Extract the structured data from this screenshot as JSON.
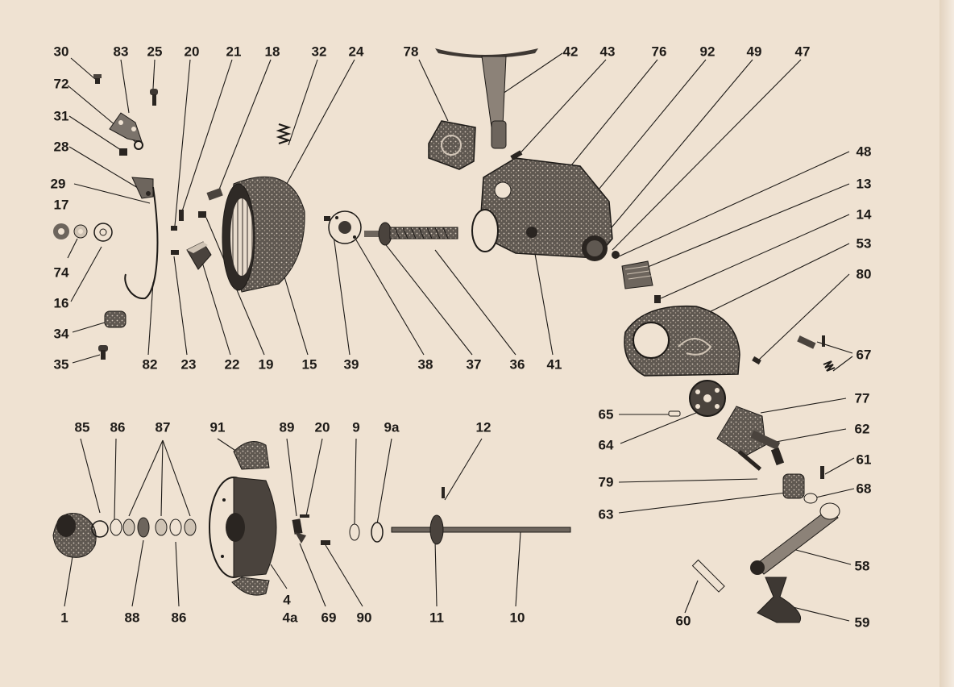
{
  "colors": {
    "paper": "#efe2d2",
    "ink": "#1d1a17",
    "part_fill": "#6d655d",
    "part_dark": "#2a2521",
    "speckle": "#c9bcae"
  },
  "parts": [
    {
      "id": "p30",
      "label": "30"
    },
    {
      "id": "p83",
      "label": "83"
    },
    {
      "id": "p25",
      "label": "25"
    },
    {
      "id": "p20a",
      "label": "20"
    },
    {
      "id": "p21",
      "label": "21"
    },
    {
      "id": "p18",
      "label": "18"
    },
    {
      "id": "p32",
      "label": "32"
    },
    {
      "id": "p24",
      "label": "24"
    },
    {
      "id": "p78",
      "label": "78"
    },
    {
      "id": "p42",
      "label": "42"
    },
    {
      "id": "p43",
      "label": "43"
    },
    {
      "id": "p76",
      "label": "76"
    },
    {
      "id": "p92",
      "label": "92"
    },
    {
      "id": "p49",
      "label": "49"
    },
    {
      "id": "p47",
      "label": "47"
    },
    {
      "id": "p72",
      "label": "72"
    },
    {
      "id": "p31",
      "label": "31"
    },
    {
      "id": "p28",
      "label": "28"
    },
    {
      "id": "p29",
      "label": "29"
    },
    {
      "id": "p17",
      "label": "17"
    },
    {
      "id": "p74",
      "label": "74"
    },
    {
      "id": "p16",
      "label": "16"
    },
    {
      "id": "p34",
      "label": "34"
    },
    {
      "id": "p35",
      "label": "35"
    },
    {
      "id": "p82",
      "label": "82"
    },
    {
      "id": "p23",
      "label": "23"
    },
    {
      "id": "p22",
      "label": "22"
    },
    {
      "id": "p19",
      "label": "19"
    },
    {
      "id": "p15",
      "label": "15"
    },
    {
      "id": "p39",
      "label": "39"
    },
    {
      "id": "p38",
      "label": "38"
    },
    {
      "id": "p37",
      "label": "37"
    },
    {
      "id": "p36",
      "label": "36"
    },
    {
      "id": "p41",
      "label": "41"
    },
    {
      "id": "p48",
      "label": "48"
    },
    {
      "id": "p13",
      "label": "13"
    },
    {
      "id": "p14",
      "label": "14"
    },
    {
      "id": "p53",
      "label": "53"
    },
    {
      "id": "p80",
      "label": "80"
    },
    {
      "id": "p67",
      "label": "67"
    },
    {
      "id": "p77",
      "label": "77"
    },
    {
      "id": "p65",
      "label": "65"
    },
    {
      "id": "p64",
      "label": "64"
    },
    {
      "id": "p62",
      "label": "62"
    },
    {
      "id": "p79",
      "label": "79"
    },
    {
      "id": "p61",
      "label": "61"
    },
    {
      "id": "p68",
      "label": "68"
    },
    {
      "id": "p63",
      "label": "63"
    },
    {
      "id": "p58",
      "label": "58"
    },
    {
      "id": "p60",
      "label": "60"
    },
    {
      "id": "p59",
      "label": "59"
    },
    {
      "id": "p85",
      "label": "85"
    },
    {
      "id": "p86a",
      "label": "86"
    },
    {
      "id": "p87",
      "label": "87"
    },
    {
      "id": "p91",
      "label": "91"
    },
    {
      "id": "p89",
      "label": "89"
    },
    {
      "id": "p20b",
      "label": "20"
    },
    {
      "id": "p9",
      "label": "9"
    },
    {
      "id": "p9a",
      "label": "9a"
    },
    {
      "id": "p12",
      "label": "12"
    },
    {
      "id": "p1",
      "label": "1"
    },
    {
      "id": "p88",
      "label": "88"
    },
    {
      "id": "p86b",
      "label": "86"
    },
    {
      "id": "p4",
      "label": "4"
    },
    {
      "id": "p4a",
      "label": "4a"
    },
    {
      "id": "p69",
      "label": "69"
    },
    {
      "id": "p90",
      "label": "90"
    },
    {
      "id": "p11",
      "label": "11"
    },
    {
      "id": "p10",
      "label": "10"
    }
  ]
}
